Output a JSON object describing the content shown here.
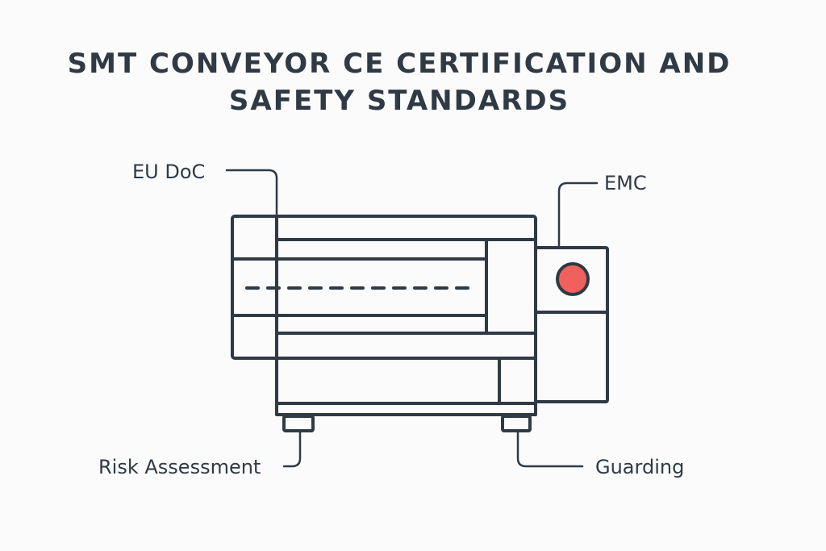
{
  "title": {
    "line1": "SMT CONVEYOR CE CERTIFICATION AND",
    "line2": "SAFETY STANDARDS"
  },
  "callouts": {
    "eu_doc": "EU DoC",
    "emc": "EMC",
    "risk_assessment": "Risk Assessment",
    "guarding": "Guarding"
  },
  "colors": {
    "outline": "#2f3a45",
    "indicator": "#f0605d",
    "background": "#fbfbfb"
  }
}
